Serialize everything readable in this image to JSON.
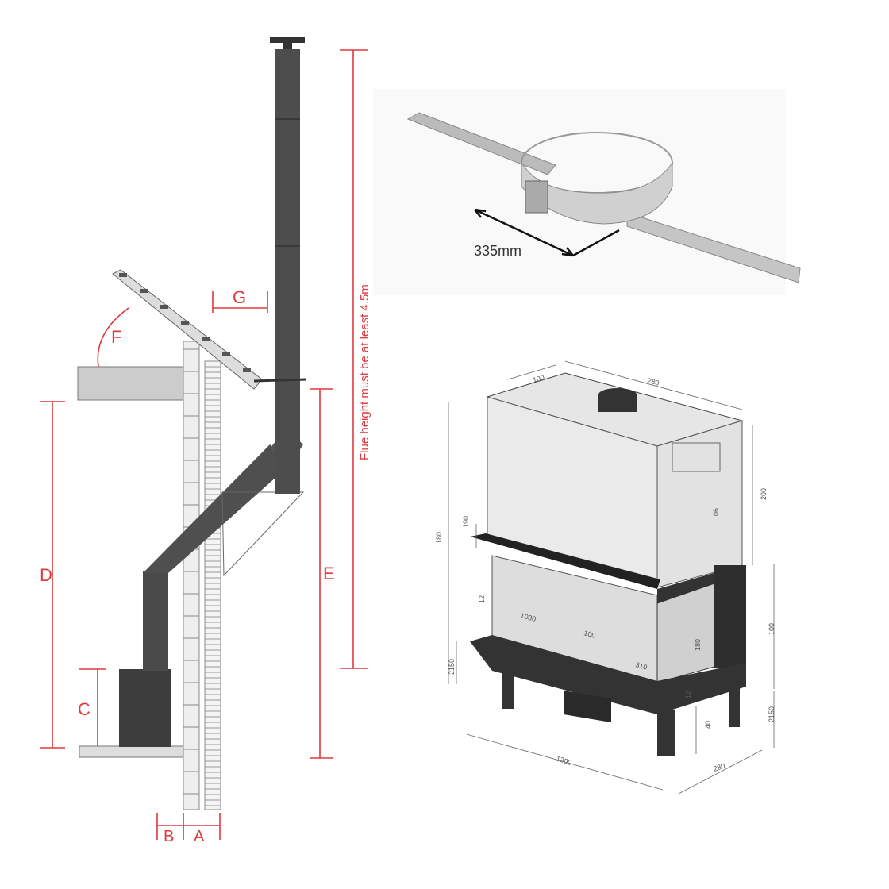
{
  "flue_diagram": {
    "labels": {
      "A": "A",
      "B": "B",
      "C": "C",
      "D": "D",
      "E": "E",
      "F": "F",
      "G": "G"
    },
    "flue_height_note": "Flue height must be at least 4.5m"
  },
  "bracket": {
    "dimension": "335mm"
  },
  "fireplace": {
    "dimensions": {
      "top_depth": "100",
      "top_width": "280",
      "side_height": "200",
      "inner_height": "106",
      "left_height": "180",
      "ledge": "190",
      "glass_gap": "12",
      "front_width_inner": "1030",
      "hearth_depth": "100",
      "side_glass": "180",
      "hearth_width": "310",
      "left_base": "2150",
      "right_upper": "100",
      "right_base": "2150",
      "leg_gap": "40",
      "base_gap": "12",
      "overall_width": "1300",
      "overall_depth": "280"
    }
  },
  "colors": {
    "annotation": "#e0383c",
    "metal": "#555555"
  }
}
